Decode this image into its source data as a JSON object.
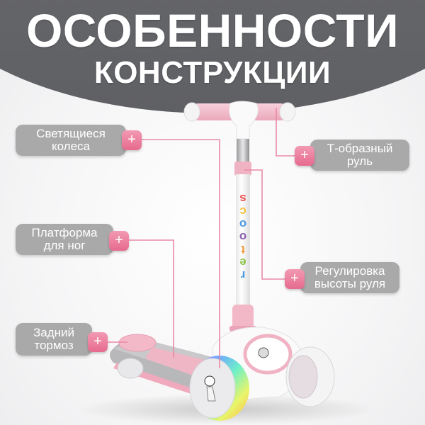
{
  "header": {
    "title_line1": "ОСОБЕННОСТИ",
    "title_line2": "КОНСТРУКЦИИ"
  },
  "product": {
    "stem_text": "scooter",
    "stem_letter_colors": [
      "#e94b4b",
      "#f5c242",
      "#4b9be0",
      "#8a5fb0",
      "#f29a3a",
      "#8bc34a",
      "#4b9be0"
    ]
  },
  "features": [
    {
      "id": "glowing-wheels",
      "line1": "Светящиеся",
      "line2": "колеса",
      "plus_icon": "+"
    },
    {
      "id": "t-handlebar",
      "line1": "Т-образный",
      "line2": "руль",
      "plus_icon": "+"
    },
    {
      "id": "foot-platform",
      "line1": "Платформа",
      "line2": "для ног",
      "plus_icon": "+"
    },
    {
      "id": "height-adjust",
      "line1": "Регулировка",
      "line2": "высоты руля",
      "plus_icon": "+"
    },
    {
      "id": "rear-brake",
      "line1": "Задний",
      "line2": "тормоз",
      "plus_icon": "+"
    }
  ],
  "colors": {
    "banner": "#646569",
    "label_bg": "#a9a9aa",
    "accent_pink": "#e66a8e",
    "line_pink": "#e98aa5",
    "scooter_pink": "#f2b8c8"
  }
}
